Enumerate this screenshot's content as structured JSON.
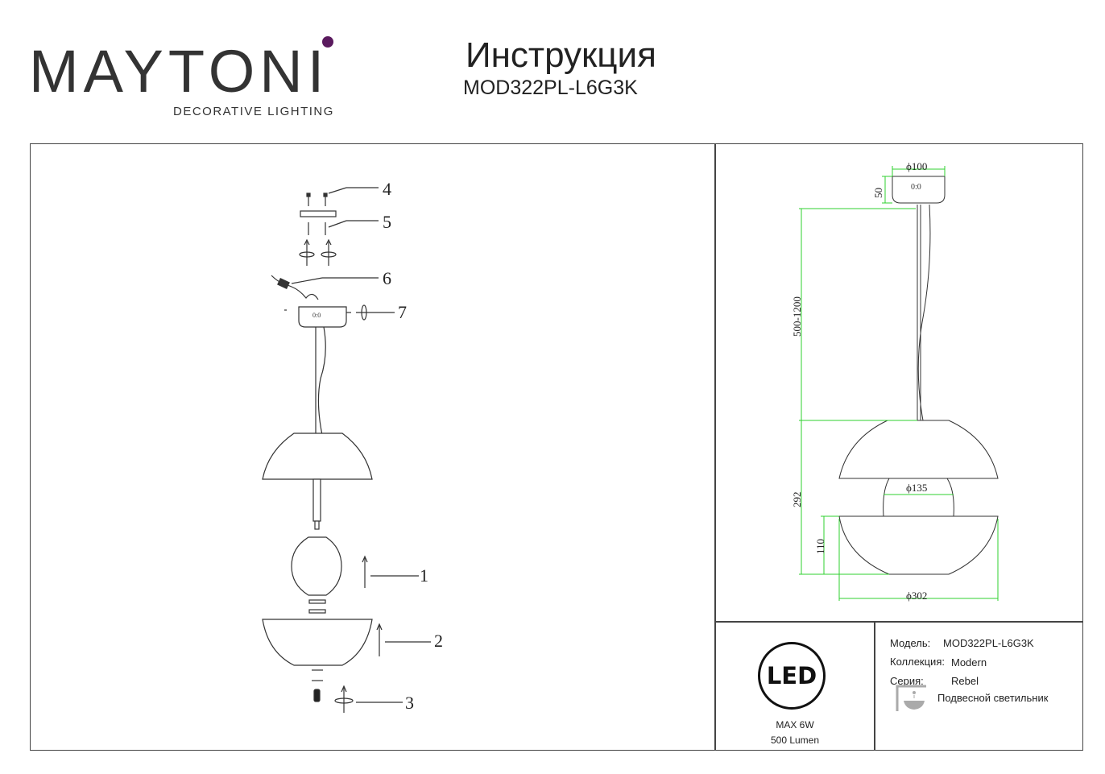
{
  "header": {
    "brand": "MAYTONI",
    "brand_tagline": "DECORATIVE LIGHTING",
    "title": "Инструкция",
    "model": "MOD322PL-L6G3K"
  },
  "assembly": {
    "callouts": [
      "1",
      "2",
      "3",
      "4",
      "5",
      "6",
      "7"
    ]
  },
  "dimensions": {
    "canopy_diameter": "ϕ100",
    "canopy_height": "50",
    "cable_length": "500-1200",
    "lamp_height": "292",
    "globe_diameter": "ϕ135",
    "bowl_height": "110",
    "shade_diameter": "ϕ302",
    "canopy_marking": "0:0"
  },
  "led": {
    "badge": "LED",
    "power": "MAX 6W",
    "lumen": "500 Lumen"
  },
  "specs": {
    "model_label": "Модель:",
    "model_value": "MOD322PL-L6G3K",
    "collection_label": "Коллекция:",
    "collection_value": "Modern",
    "series_label": "Серия:",
    "series_value": "Rebel",
    "type_value": "Подвесной светильник"
  },
  "colors": {
    "dimension_line": "#2fd12f",
    "logo_accent": "#5a1a5e",
    "line": "#333333"
  }
}
